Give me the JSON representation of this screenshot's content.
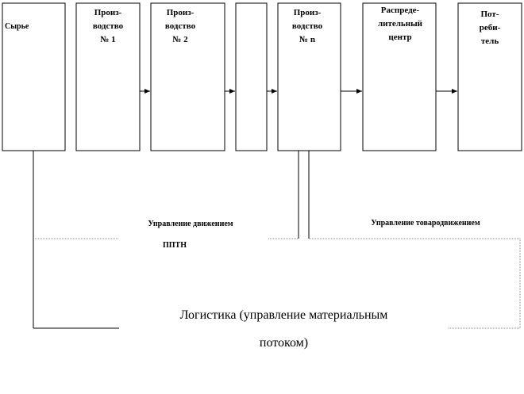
{
  "colors": {
    "line": "#000000",
    "background": "#ffffff"
  },
  "stages": [
    {
      "label": "Сырье"
    },
    {
      "label": "Произ-\nводство\n№ 1"
    },
    {
      "label": "Произ-\nводство\n№ 2"
    },
    {
      "label": ""
    },
    {
      "label": "Произ-\nводство\n№ n"
    },
    {
      "label": "Распреде-\nлительный\nцентр"
    },
    {
      "label": "Пот-\nреби-\nтель"
    }
  ],
  "labels": {
    "production_management_line1": "Управление движением",
    "production_management_line2": "ППТН",
    "distribution_management": "Управление товародвижением",
    "logistics_line1": "Логистика (управление материальным",
    "logistics_line2": "потоком)"
  }
}
